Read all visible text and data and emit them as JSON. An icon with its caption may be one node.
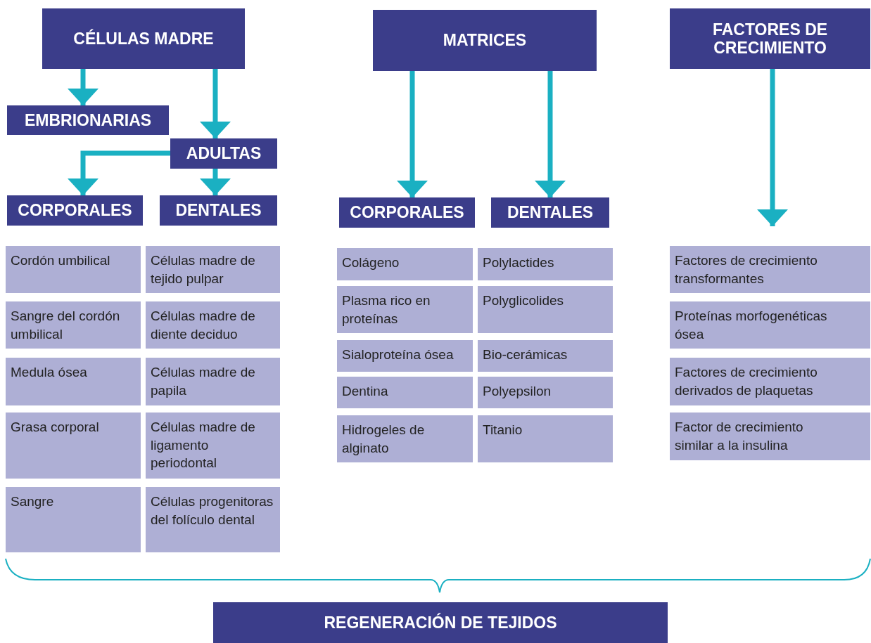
{
  "diagram": {
    "nodes": [
      {
        "text": [
          "CÉLULAS MADRE"
        ]
      },
      {
        "text": [
          "MATRICES"
        ]
      },
      {
        "text": [
          "FACTORES DE CRECIMIENTO"
        ]
      },
      {
        "text": [
          "EMBRIONARIAS"
        ]
      },
      {
        "text": [
          "ADULTAS"
        ]
      },
      {
        "text": [
          "CORPORALES"
        ]
      },
      {
        "text": [
          "DENTALES"
        ]
      },
      {
        "text": [
          "CORPORALES"
        ]
      },
      {
        "text": [
          "DENTALES"
        ]
      },
      {
        "text": [
          "Cordón umbilical"
        ]
      },
      {
        "text": [
          "Células madre de tejido pulpar"
        ]
      },
      {
        "text": [
          "Sangre del cordón umbilical"
        ]
      },
      {
        "text": [
          "Células madre de diente deciduo"
        ]
      },
      {
        "text": [
          "Medula ósea"
        ]
      },
      {
        "text": [
          "Células madre de papila"
        ]
      },
      {
        "text": [
          "Grasa corporal"
        ]
      },
      {
        "text": [
          "Células madre de ligamento periodontal"
        ]
      },
      {
        "text": [
          "Sangre"
        ]
      },
      {
        "text": [
          "Células progenitoras del folículo dental"
        ]
      },
      {
        "text": [
          "Colágeno"
        ]
      },
      {
        "text": [
          "Polylactides"
        ]
      },
      {
        "text": [
          "Plasma rico en proteínas"
        ]
      },
      {
        "text": [
          "Polyglicolides"
        ]
      },
      {
        "text": [
          "Sialoproteína ósea"
        ]
      },
      {
        "text": [
          "Bio-cerámicas"
        ]
      },
      {
        "text": [
          "Dentina"
        ]
      },
      {
        "text": [
          "Polyepsilon"
        ]
      },
      {
        "text": [
          "Hidrogeles de alginato"
        ]
      },
      {
        "text": [
          "Titanio"
        ]
      },
      {
        "text": [
          "Factores de crecimiento transformantes"
        ]
      },
      {
        "text": [
          "Proteínas morfogenéticas ósea"
        ]
      },
      {
        "text": [
          "Factores de crecimiento derivados de plaquetas"
        ]
      },
      {
        "text": [
          "Factor de crecimiento similar a la insulina"
        ]
      },
      {
        "text": [
          "REGENERACIÓN DE TEJIDOS"
        ]
      }
    ],
    "edges": [
      {
        "from": 0,
        "to": 3,
        "arrow": "to"
      },
      {
        "from": 0,
        "to": 4,
        "arrow": "to"
      },
      {
        "from": 4,
        "to": 5,
        "arrow": "to"
      },
      {
        "from": 4,
        "to": 6,
        "arrow": "to"
      },
      {
        "from": 1,
        "to": 7,
        "arrow": "to"
      },
      {
        "from": 1,
        "to": 8,
        "arrow": "to"
      },
      {
        "from": 2,
        "to": 29,
        "arrow": "to"
      }
    ]
  }
}
